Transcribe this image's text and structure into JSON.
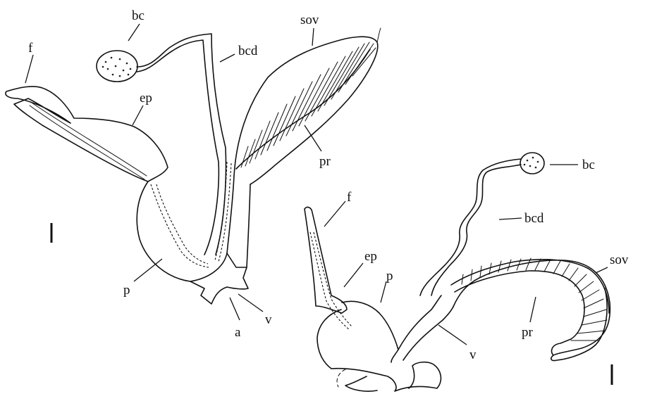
{
  "figure_left": {
    "labels": {
      "bc": "bc",
      "bcd": "bcd",
      "sov": "sov",
      "f": "f",
      "ep": "ep",
      "pr": "pr",
      "p": "p",
      "v": "v",
      "a": "a"
    }
  },
  "figure_right": {
    "labels": {
      "bc": "bc",
      "bcd": "bcd",
      "sov": "sov",
      "f": "f",
      "ep": "ep",
      "p": "p",
      "pr": "pr",
      "v": "v"
    }
  }
}
